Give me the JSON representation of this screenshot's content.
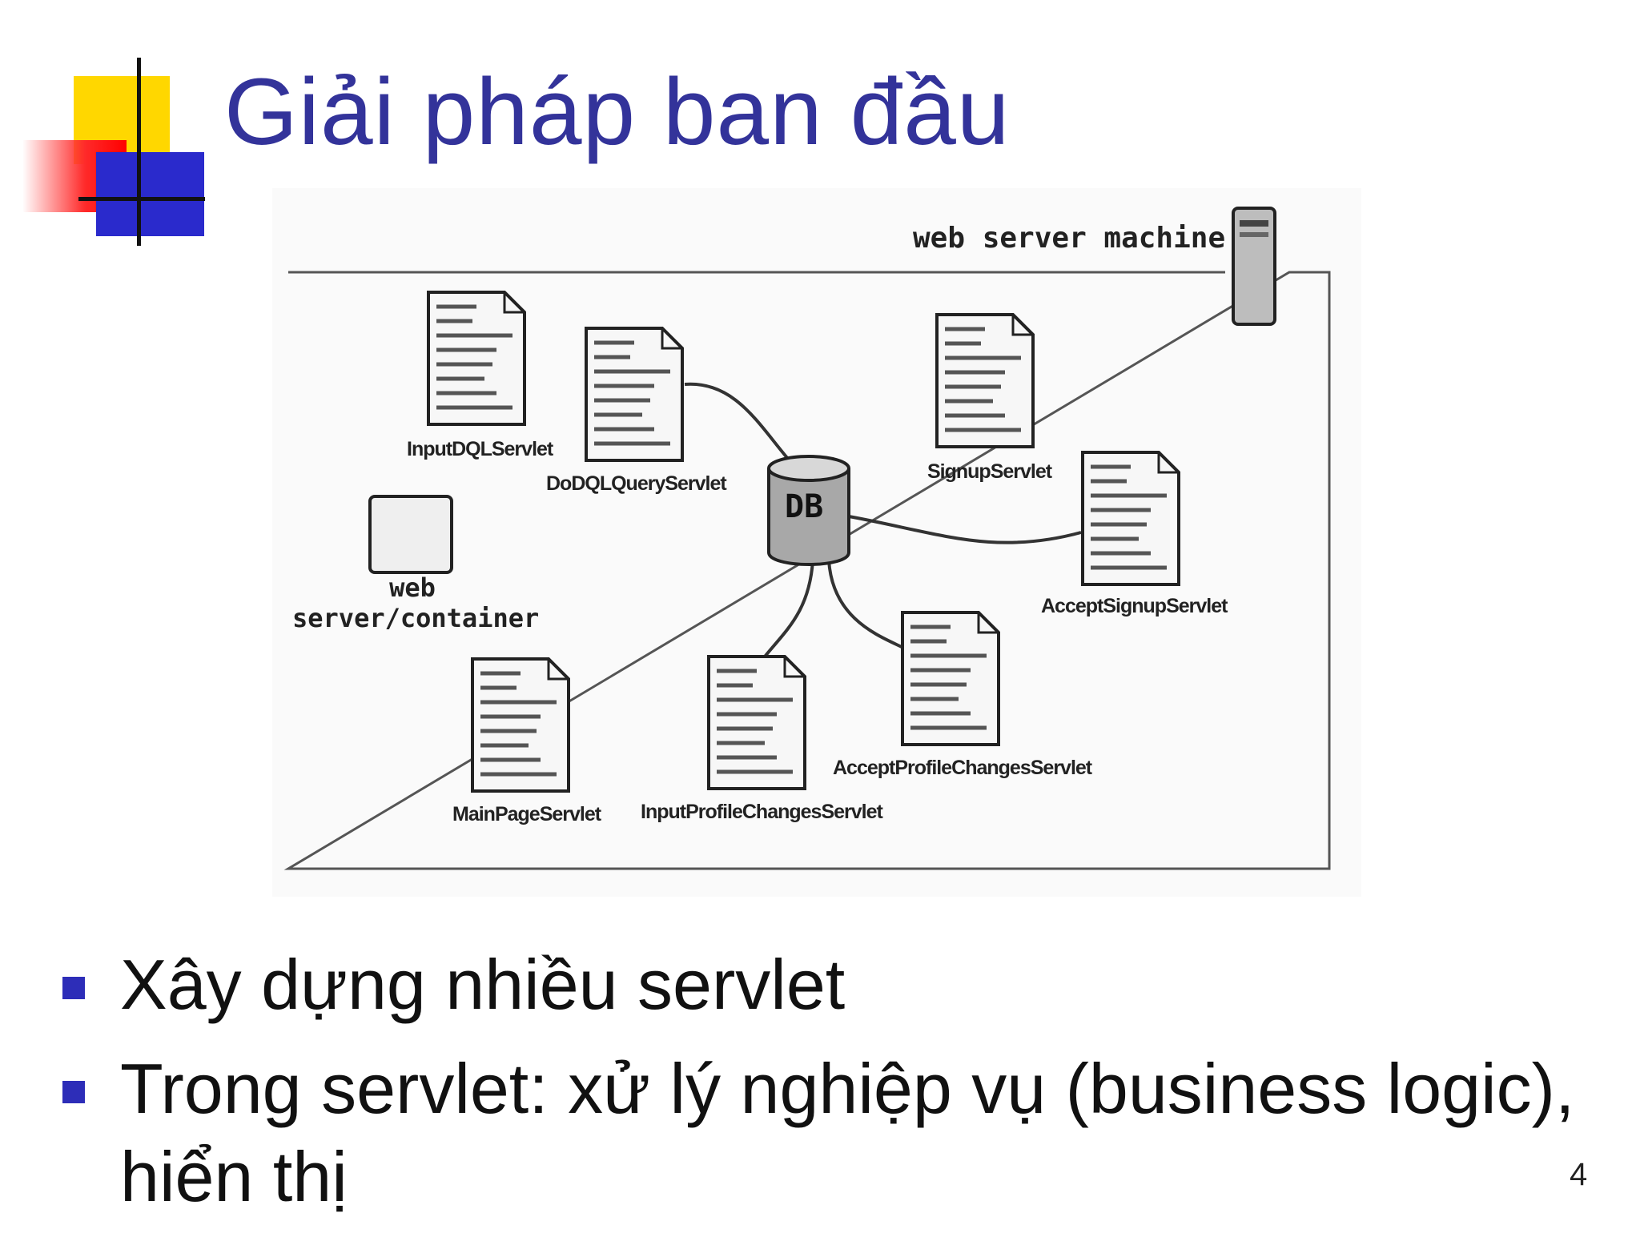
{
  "slide": {
    "title": "Giải pháp ban đầu",
    "page_number": "4"
  },
  "diagram": {
    "server_label": "web server machine",
    "db_label": "DB",
    "container_label_line1": "web",
    "container_label_line2": "server/container",
    "servlets": [
      {
        "name": "InputDQLServlet"
      },
      {
        "name": "DoDQLQueryServlet"
      },
      {
        "name": "SignupServlet"
      },
      {
        "name": "AcceptSignupServlet"
      },
      {
        "name": "AcceptProfileChangesServlet"
      },
      {
        "name": "InputProfileChangesServlet"
      },
      {
        "name": "MainPageServlet"
      }
    ]
  },
  "bullets": [
    "Xây dựng nhiều servlet",
    "Trong servlet: xử lý nghiệp vụ (business logic), hiển thị"
  ],
  "colors": {
    "title": "#33339a",
    "bullet": "#2d2db8"
  }
}
